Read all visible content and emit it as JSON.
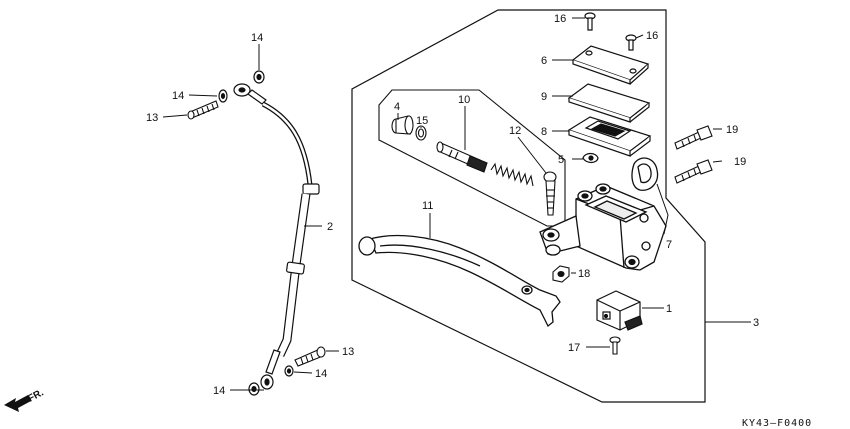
{
  "diagram": {
    "drawing_code": "KY43–F0400",
    "direction_label": "FR.",
    "callouts": {
      "c1": "1",
      "c2": "2",
      "c3": "3",
      "c4": "4",
      "c5": "5",
      "c6": "6",
      "c7": "7",
      "c8": "8",
      "c9": "9",
      "c10": "10",
      "c11": "11",
      "c12": "12",
      "c13a": "13",
      "c13b": "13",
      "c14a": "14",
      "c14b": "14",
      "c14c": "14",
      "c14d": "14",
      "c15": "15",
      "c16a": "16",
      "c16b": "16",
      "c17": "17",
      "c18": "18",
      "c19a": "19",
      "c19b": "19"
    }
  }
}
